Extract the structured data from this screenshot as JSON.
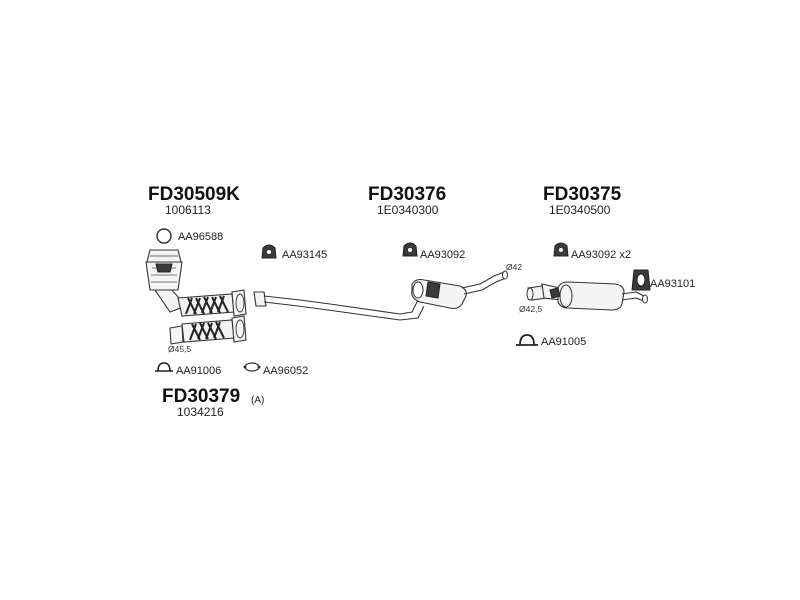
{
  "parts": {
    "catalyst": {
      "code": "FD30509K",
      "oem": "1006113"
    },
    "middle": {
      "code": "FD30376",
      "oem": "1E0340300"
    },
    "rear": {
      "code": "FD30375",
      "oem": "1E0340500"
    },
    "front": {
      "code": "FD30379",
      "suffix": "(A)",
      "oem": "1034216"
    }
  },
  "accessories": {
    "aa96588": "AA96588",
    "aa93145": "AA93145",
    "aa93092_mid": "AA93092",
    "aa93092_rear": "AA93092 x2",
    "aa93101": "AA93101",
    "aa91005": "AA91005",
    "aa91006": "AA91006",
    "aa96052": "AA96052"
  },
  "diameters": {
    "front": "Ø45,5",
    "middle": "Ø42",
    "rear": "Ø42,5"
  }
}
